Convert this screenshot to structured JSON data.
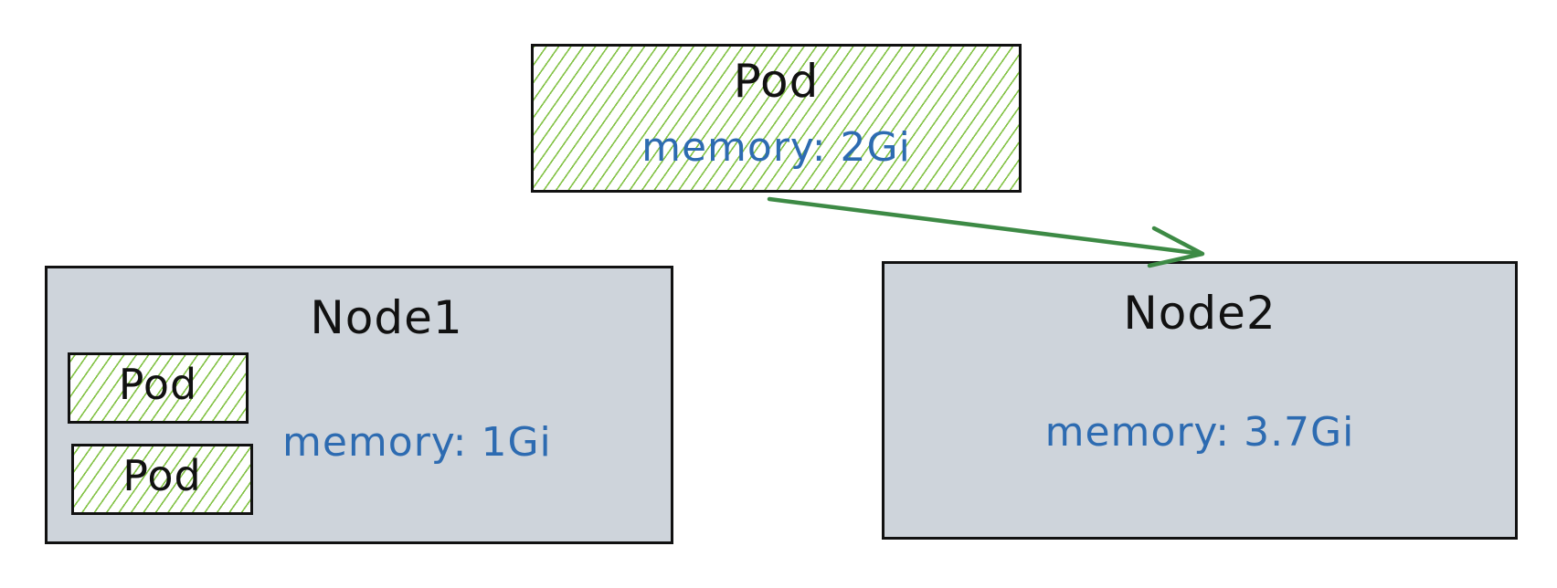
{
  "diagram": {
    "incoming_pod": {
      "title": "Pod",
      "memory": "memory: 2Gi"
    },
    "node1": {
      "title": "Node1",
      "memory": "memory: 1Gi",
      "pods": [
        {
          "title": "Pod"
        },
        {
          "title": "Pod"
        }
      ]
    },
    "node2": {
      "title": "Node2",
      "memory": "memory: 3.7Gi"
    }
  },
  "colors": {
    "hatch_green": "#7cbf3b",
    "node_fill": "#ced4db",
    "memory_text": "#2d6bb1",
    "arrow_green": "#3d8a45",
    "outline": "#111111"
  },
  "connections": [
    {
      "from": "incoming_pod",
      "to": "node2",
      "style": "arrow"
    }
  ]
}
